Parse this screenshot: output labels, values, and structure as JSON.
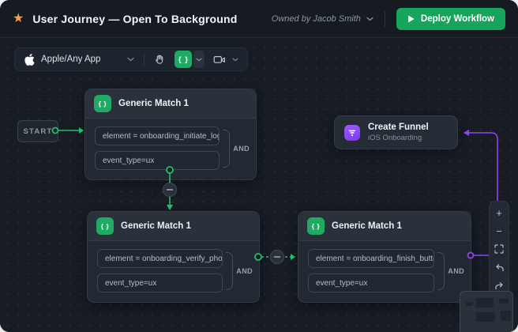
{
  "header": {
    "title": "User Journey — Open To Background",
    "owner_label": "Owned by Jacob Smith",
    "deploy_label": "Deploy Workflow"
  },
  "toolbar": {
    "app_selector_label": "Apple/Any App",
    "braces_label": "{ }"
  },
  "canvas": {
    "start_label": "START",
    "nodes": [
      {
        "title": "Generic Match 1",
        "operator": "AND",
        "conditions": [
          "element = onboarding_initiate_login",
          "event_type=ux"
        ]
      },
      {
        "title": "Generic Match 1",
        "operator": "AND",
        "conditions": [
          "element = onboarding_verify_phone",
          "event_type=ux"
        ]
      },
      {
        "title": "Generic Match 1",
        "operator": "AND",
        "conditions": [
          "element = onboarding_finish_button",
          "event_type=ux"
        ]
      }
    ],
    "funnel": {
      "title": "Create Funnel",
      "subtitle": "iOS Onboarding"
    }
  },
  "zoom_controls": {
    "zoom_in": "+",
    "zoom_out": "−"
  },
  "icons": {
    "star": "★"
  },
  "colors": {
    "accent_green": "#1fab63",
    "deploy_green": "#17a45c",
    "accent_purple": "#9542f5",
    "star_yellow": "#f2a33c",
    "canvas_bg": "#171c25",
    "node_bg": "#232932"
  }
}
